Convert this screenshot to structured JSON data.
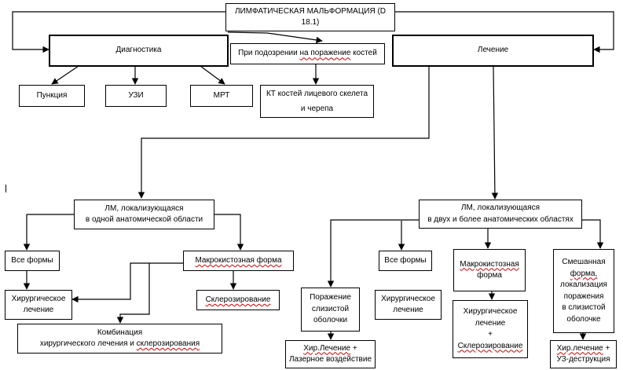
{
  "diagram": {
    "title": "ЛИМФАТИЧЕСКАЯ МАЛЬФОРМАЦИЯ (D 18.1)",
    "diagnostics": {
      "label": "Диагностика",
      "puncture": "Пункция",
      "ultrasound": "УЗИ",
      "mri": "МРТ"
    },
    "bone_suspicion": {
      "label_pre": "При подозрении ",
      "label_link": "на поражение",
      "label_post": " костей",
      "ct": "КТ костей лицевого скелета\nи черепа"
    },
    "treatment": {
      "label": "Лечение"
    },
    "single_region": {
      "label": "ЛМ, локализующаяся\nв одной анатомической области",
      "all_forms": "Все формы",
      "surgical": "Хирургическое\nлечение",
      "macrocystic": "Макрокистозная форма",
      "sclerotherapy": "Склерозирование",
      "combination_line1": "Комбинация",
      "combination_line2_pre": "хирургического лечения  и ",
      "combination_line2_link": "склерозирования"
    },
    "multi_region": {
      "label": "ЛМ, локализующаяся\nв двух и более анатомических областях",
      "mucosa": "Поражение\nслизистой\nоболочки",
      "mucosa_tx_link": "Хир.Лечение",
      "mucosa_tx_post": " +\nЛазерное воздействие",
      "all_forms": "Все формы",
      "surgical": "Хирургическое\nлечение",
      "macrocystic_link": "Макрокистозная",
      "macrocystic_post": "\nформа",
      "macro_tx_pre": "Хирургическое\nлечение\n+\n",
      "macro_tx_link": "Склерозирование",
      "mixed_pre": "Смешанная\n",
      "mixed_link": "форма,",
      "mixed_post": "\nлокализация\nпоражения\nв слизистой\nоболочке",
      "mixed_tx_link": "Хир.лечение",
      "mixed_tx_post": " +\nУЗ-деструкция"
    }
  }
}
